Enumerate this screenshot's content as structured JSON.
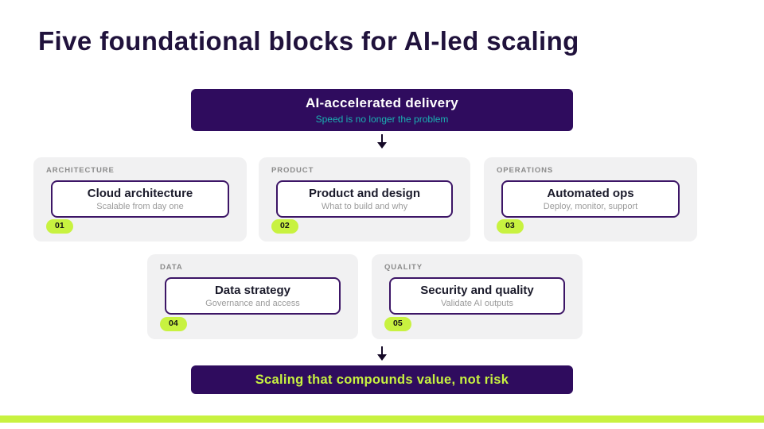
{
  "title": "Five foundational blocks for AI-led scaling",
  "top_banner": {
    "title": "AI-accelerated delivery",
    "subtitle": "Speed is no longer the problem"
  },
  "cards": [
    {
      "label": "ARCHITECTURE",
      "title": "Cloud architecture",
      "subtitle": "Scalable from day one",
      "badge": "01"
    },
    {
      "label": "PRODUCT",
      "title": "Product and design",
      "subtitle": "What to build and why",
      "badge": "02"
    },
    {
      "label": "OPERATIONS",
      "title": "Automated ops",
      "subtitle": "Deploy, monitor, support",
      "badge": "03"
    },
    {
      "label": "DATA",
      "title": "Data strategy",
      "subtitle": "Governance and access",
      "badge": "04"
    },
    {
      "label": "QUALITY",
      "title": "Security and quality",
      "subtitle": "Validate AI outputs",
      "badge": "05"
    }
  ],
  "bottom_banner": {
    "title": "Scaling that compounds value, not risk"
  },
  "colors": {
    "purple": "#2f0c5e",
    "deep": "#20123c",
    "lime": "#c8f240",
    "teal": "#1ab1b2"
  }
}
